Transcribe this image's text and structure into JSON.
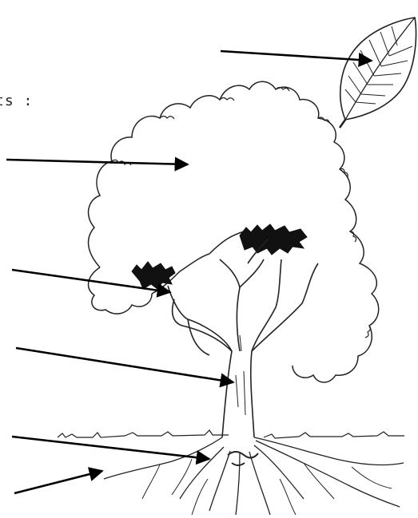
{
  "worksheet": {
    "cut_text": "ts :",
    "arrows": [
      {
        "from": "margin",
        "to": "leaf"
      },
      {
        "from": "margin",
        "to": "crown"
      },
      {
        "from": "margin",
        "to": "branch"
      },
      {
        "from": "margin",
        "to": "trunk"
      },
      {
        "from": "margin",
        "to": "collar"
      },
      {
        "from": "margin",
        "to": "roots"
      }
    ]
  }
}
